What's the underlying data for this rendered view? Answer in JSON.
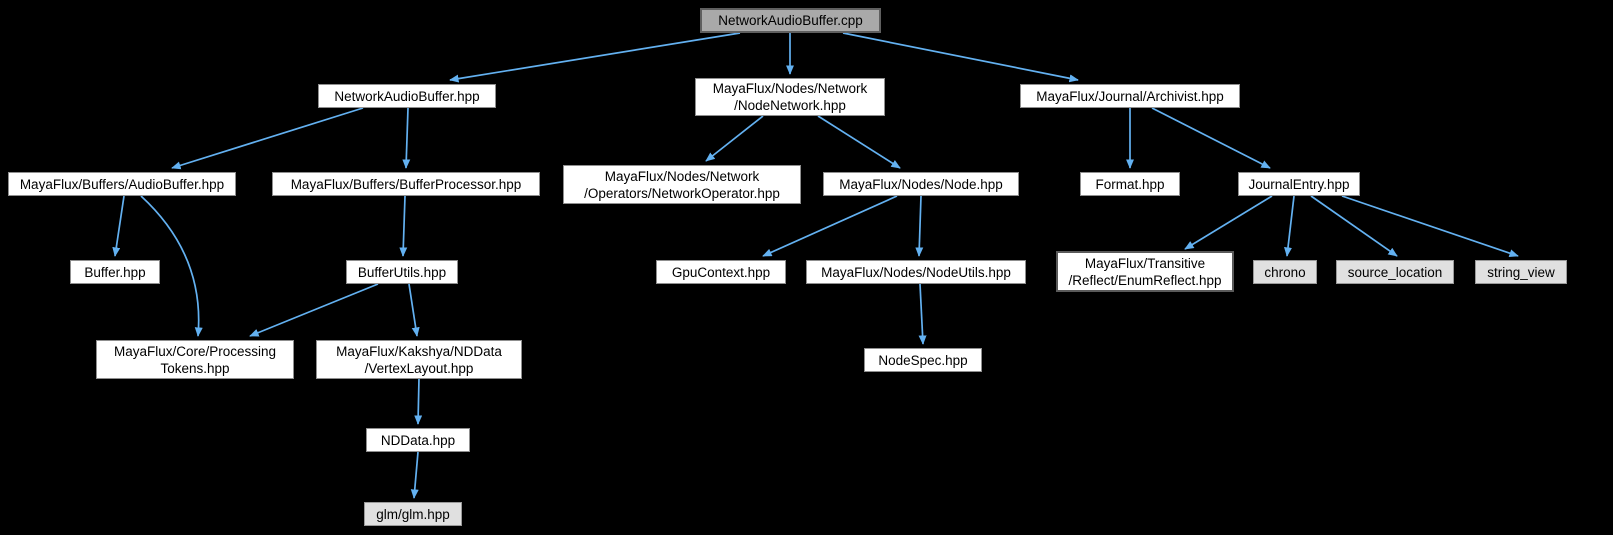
{
  "diagram": {
    "type": "include-dependency-graph",
    "root_file": "NetworkAudioBuffer.cpp",
    "background_color": "#000000",
    "edge_color": "#63b1f1",
    "node_fill": "#ffffff",
    "source_node_fill": "#a9a9a9",
    "external_node_fill": "#e0e0e0"
  },
  "nodes": [
    {
      "id": "networkaudiobuffer-cpp",
      "label": "NetworkAudioBuffer.cpp",
      "type": "source"
    },
    {
      "id": "networkaudiobuffer-hpp",
      "label": "NetworkAudioBuffer.hpp",
      "type": "internal"
    },
    {
      "id": "nodenetwork-hpp",
      "label": "MayaFlux/Nodes/Network\n/NodeNetwork.hpp",
      "type": "internal"
    },
    {
      "id": "archivist-hpp",
      "label": "MayaFlux/Journal/Archivist.hpp",
      "type": "internal"
    },
    {
      "id": "audiobuffer-hpp",
      "label": "MayaFlux/Buffers/AudioBuffer.hpp",
      "type": "internal"
    },
    {
      "id": "bufferprocessor-hpp",
      "label": "MayaFlux/Buffers/BufferProcessor.hpp",
      "type": "internal"
    },
    {
      "id": "networkoperator-hpp",
      "label": "MayaFlux/Nodes/Network\n/Operators/NetworkOperator.hpp",
      "type": "internal"
    },
    {
      "id": "node-hpp",
      "label": "MayaFlux/Nodes/Node.hpp",
      "type": "internal"
    },
    {
      "id": "format-hpp",
      "label": "Format.hpp",
      "type": "internal"
    },
    {
      "id": "journalentry-hpp",
      "label": "JournalEntry.hpp",
      "type": "internal"
    },
    {
      "id": "buffer-hpp",
      "label": "Buffer.hpp",
      "type": "internal"
    },
    {
      "id": "bufferutils-hpp",
      "label": "BufferUtils.hpp",
      "type": "internal"
    },
    {
      "id": "gpucontext-hpp",
      "label": "GpuContext.hpp",
      "type": "internal"
    },
    {
      "id": "nodeutils-hpp",
      "label": "MayaFlux/Nodes/NodeUtils.hpp",
      "type": "internal"
    },
    {
      "id": "enumreflect-hpp",
      "label": "MayaFlux/Transitive\n/Reflect/EnumReflect.hpp",
      "type": "internal"
    },
    {
      "id": "chrono",
      "label": "chrono",
      "type": "external"
    },
    {
      "id": "source-location",
      "label": "source_location",
      "type": "external"
    },
    {
      "id": "string-view",
      "label": "string_view",
      "type": "external"
    },
    {
      "id": "processingtokens-hpp",
      "label": "MayaFlux/Core/Processing\nTokens.hpp",
      "type": "internal"
    },
    {
      "id": "vertexlayout-hpp",
      "label": "MayaFlux/Kakshya/NDData\n/VertexLayout.hpp",
      "type": "internal"
    },
    {
      "id": "nodespec-hpp",
      "label": "NodeSpec.hpp",
      "type": "internal"
    },
    {
      "id": "nddata-hpp",
      "label": "NDData.hpp",
      "type": "internal"
    },
    {
      "id": "glm-glm-hpp",
      "label": "glm/glm.hpp",
      "type": "external"
    }
  ],
  "edges": [
    {
      "from": "networkaudiobuffer-cpp",
      "to": "networkaudiobuffer-hpp"
    },
    {
      "from": "networkaudiobuffer-cpp",
      "to": "nodenetwork-hpp"
    },
    {
      "from": "networkaudiobuffer-cpp",
      "to": "archivist-hpp"
    },
    {
      "from": "networkaudiobuffer-hpp",
      "to": "audiobuffer-hpp"
    },
    {
      "from": "networkaudiobuffer-hpp",
      "to": "bufferprocessor-hpp"
    },
    {
      "from": "nodenetwork-hpp",
      "to": "networkoperator-hpp"
    },
    {
      "from": "nodenetwork-hpp",
      "to": "node-hpp"
    },
    {
      "from": "archivist-hpp",
      "to": "format-hpp"
    },
    {
      "from": "archivist-hpp",
      "to": "journalentry-hpp"
    },
    {
      "from": "audiobuffer-hpp",
      "to": "buffer-hpp"
    },
    {
      "from": "audiobuffer-hpp",
      "to": "processingtokens-hpp"
    },
    {
      "from": "bufferprocessor-hpp",
      "to": "bufferutils-hpp"
    },
    {
      "from": "bufferutils-hpp",
      "to": "processingtokens-hpp"
    },
    {
      "from": "bufferutils-hpp",
      "to": "vertexlayout-hpp"
    },
    {
      "from": "node-hpp",
      "to": "gpucontext-hpp"
    },
    {
      "from": "node-hpp",
      "to": "nodeutils-hpp"
    },
    {
      "from": "nodeutils-hpp",
      "to": "nodespec-hpp"
    },
    {
      "from": "journalentry-hpp",
      "to": "enumreflect-hpp"
    },
    {
      "from": "journalentry-hpp",
      "to": "chrono"
    },
    {
      "from": "journalentry-hpp",
      "to": "source-location"
    },
    {
      "from": "journalentry-hpp",
      "to": "string-view"
    },
    {
      "from": "vertexlayout-hpp",
      "to": "nddata-hpp"
    },
    {
      "from": "nddata-hpp",
      "to": "glm-glm-hpp"
    }
  ]
}
